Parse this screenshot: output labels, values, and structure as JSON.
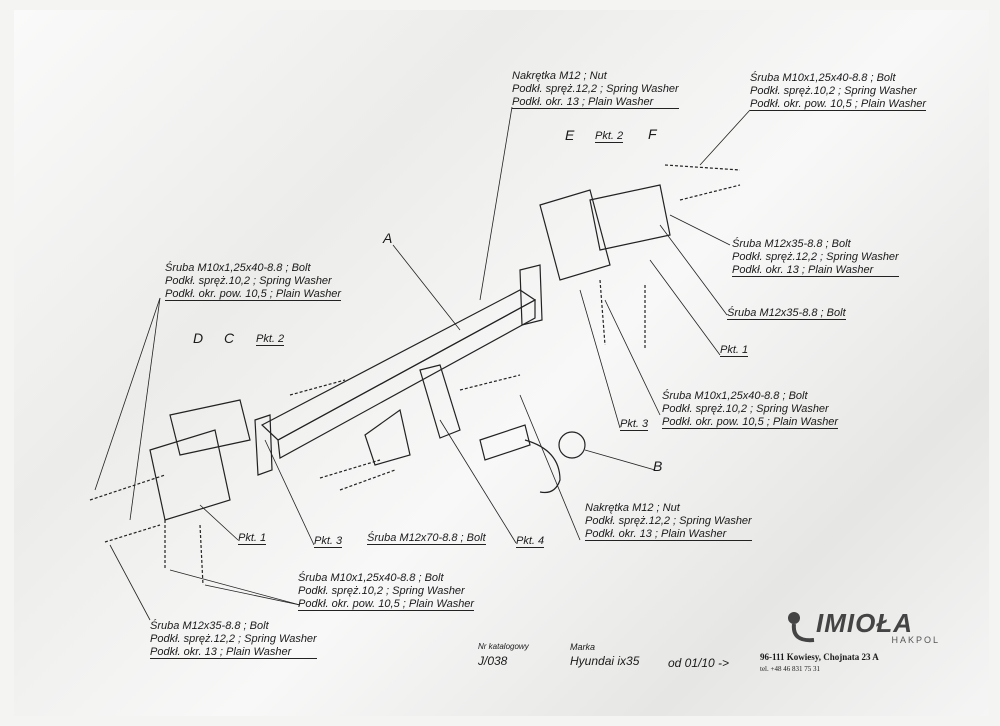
{
  "labels": {
    "top_nut": [
      "Nakrętka  M12 ; Nut",
      "Podkł. spręż.12,2 ; Spring Washer",
      "Podkł. okr. 13 ; Plain Washer"
    ],
    "top_bolt": [
      "Śruba M10x1,25x40-8.8 ;  Bolt",
      "Podkł. spręż.10,2 ; Spring Washer",
      "Podkł. okr. pow. 10,5 ; Plain Washer"
    ],
    "right_bolt12": [
      "Śruba M12x35-8.8 ;  Bolt",
      "Podkł. spręż.12,2 ; Spring Washer",
      "Podkł. okr. 13 ; Plain Washer"
    ],
    "right_bolt12_single": [
      "Śruba M12x35-8.8 ;  Bolt"
    ],
    "right_bolt10": [
      "Śruba M10x1,25x40-8.8 ;  Bolt",
      "Podkł. spręż.10,2 ; Spring Washer",
      "Podkł. okr. pow. 10,5 ; Plain Washer"
    ],
    "left_bolt10": [
      "Śruba M10x1,25x40-8.8 ;  Bolt",
      "Podkł. spręż.10,2 ; Spring Washer",
      "Podkł. okr. pow. 10,5 ; Plain Washer"
    ],
    "bottom_nut": [
      "Nakrętka  M12 ; Nut",
      "Podkł. spręż.12,2 ; Spring Washer",
      "Podkł. okr. 13 ; Plain Washer"
    ],
    "bottom_bolt10": [
      "Śruba M10x1,25x40-8.8 ;  Bolt",
      "Podkł. spręż.10,2 ; Spring Washer",
      "Podkł. okr. pow. 10,5 ; Plain Washer"
    ],
    "bottom_bolt12": [
      "Śruba M12x35-8.8 ;  Bolt",
      "Podkł. spręż.12,2 ; Spring Washer",
      "Podkł. okr. 13 ; Plain Washer"
    ],
    "bolt70": "Śruba M12x70-8.8 ;  Bolt"
  },
  "letters": {
    "A": "A",
    "B": "B",
    "C": "C",
    "D": "D",
    "E": "E",
    "F": "F"
  },
  "points": {
    "pkt1": "Pkt. 1",
    "pkt2": "Pkt. 2",
    "pkt3": "Pkt. 3",
    "pkt4": "Pkt. 4"
  },
  "footer": {
    "catalog_label": "Nr katalogowy",
    "catalog_value": "J/038",
    "brand_label": "Marka",
    "brand_value": "Hyundai ix35",
    "date": "od 01/10 ->"
  },
  "company": {
    "name": "IMIOŁA",
    "sub": "HAKPOL",
    "address": "96-111 Kowiesy, Chojnata 23 A",
    "phone": "tel. +48 46 831 75 31"
  }
}
